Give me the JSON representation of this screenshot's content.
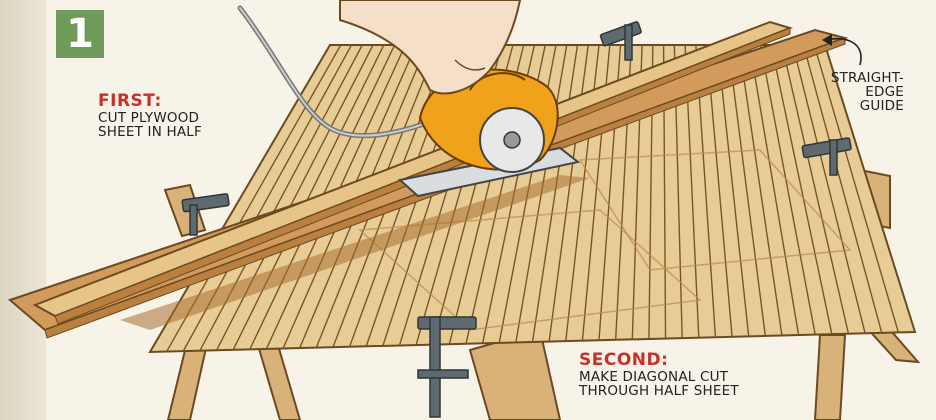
{
  "step": {
    "number": "1"
  },
  "callouts": {
    "first": {
      "heading": "FIRST:",
      "lines": [
        "CUT PLYWOOD",
        "SHEET IN HALF"
      ],
      "color": "#c8312a"
    },
    "second": {
      "heading": "SECOND:",
      "lines": [
        "MAKE DIAGONAL CUT",
        "THROUGH HALF SHEET"
      ],
      "color": "#c8312a"
    },
    "guide": {
      "lines": [
        "STRAIGHT-",
        "EDGE",
        "GUIDE"
      ]
    }
  },
  "colors": {
    "badge": "#6e9a5a",
    "plywood": "#d9b27a",
    "plywood_dark": "#b98a4e",
    "slat": "#e2c48f",
    "guide_board": "#a8723f",
    "saw_body": "#f0a21a",
    "clamp": "#5f6a70"
  },
  "icons": [
    "circular-saw-icon",
    "clamp-icon",
    "hand-icon",
    "power-cord-icon",
    "arrow-icon"
  ]
}
